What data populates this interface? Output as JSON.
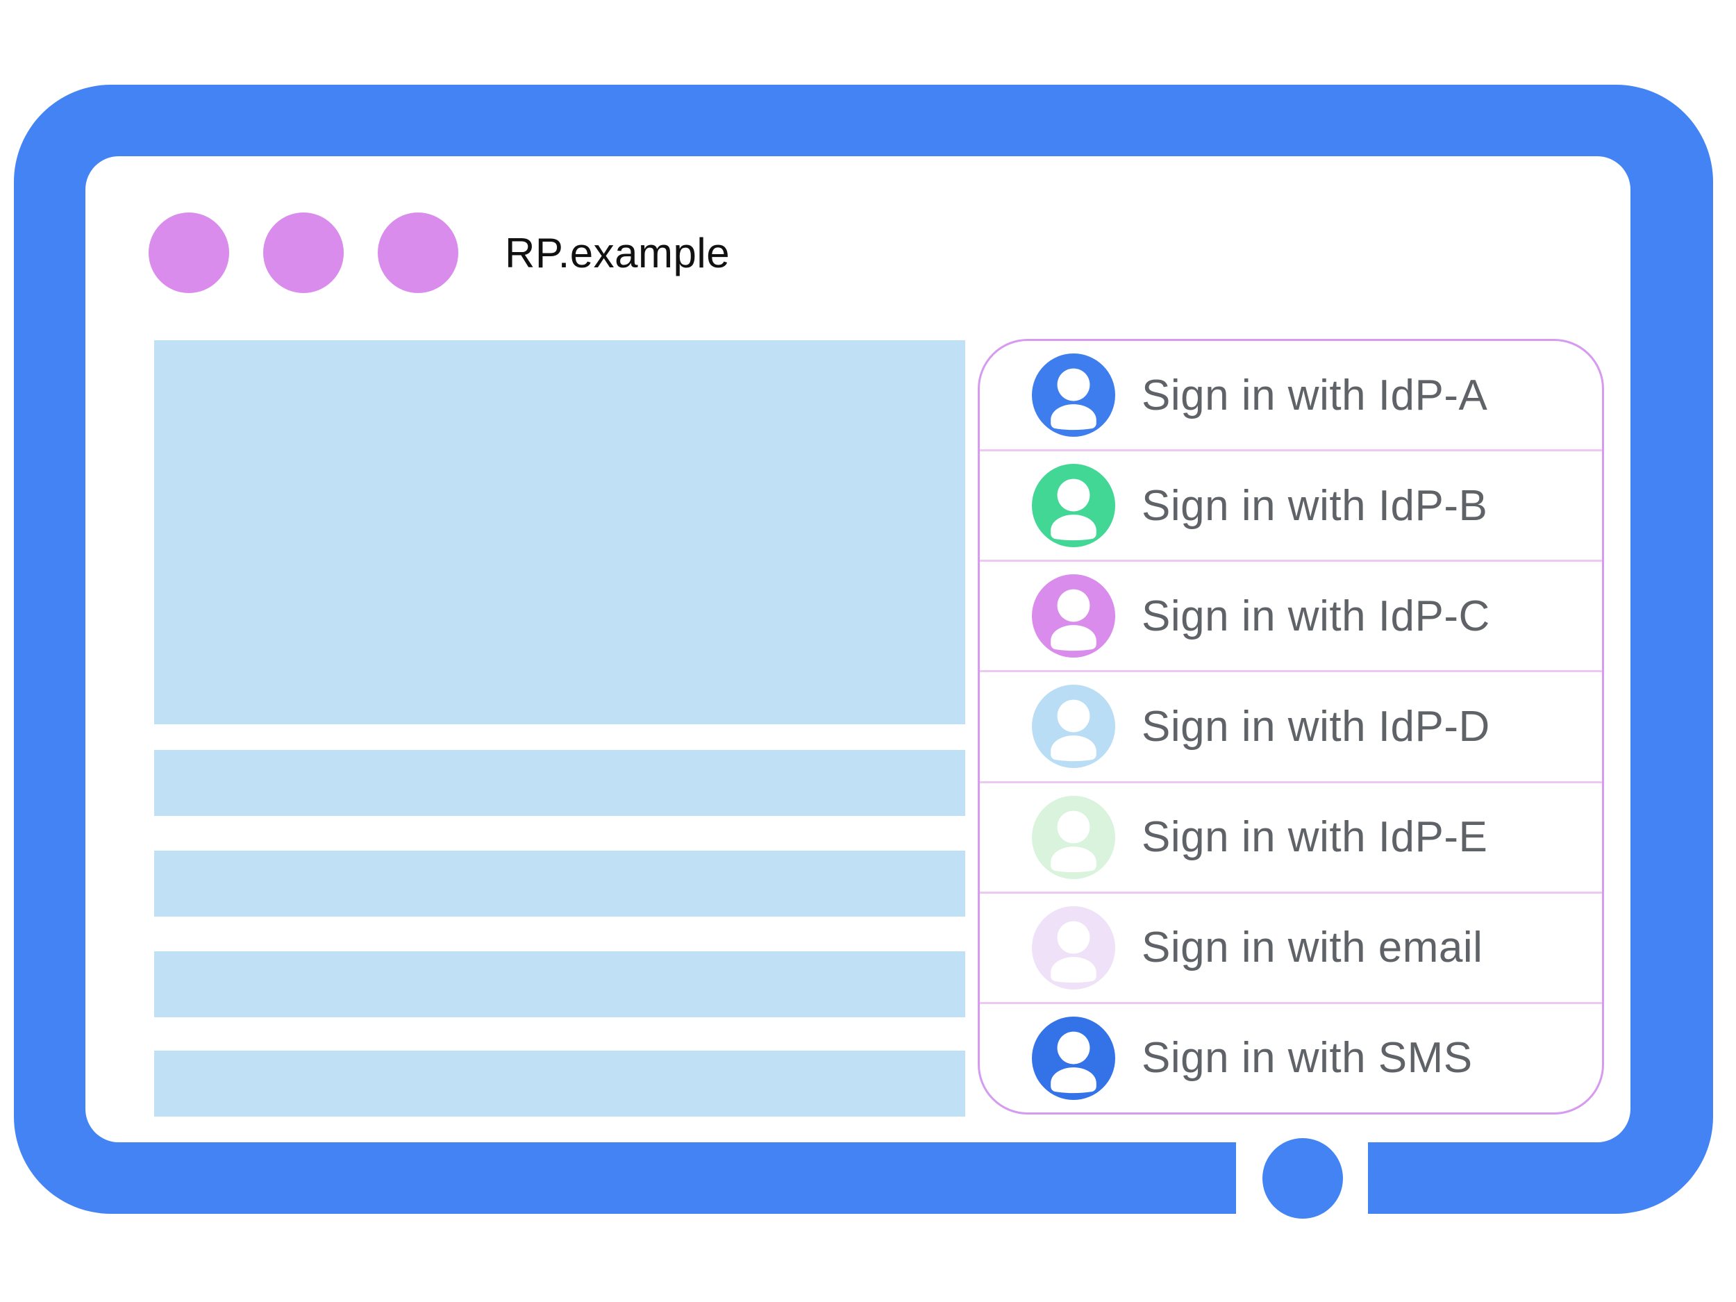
{
  "colors": {
    "frame-blue": "#4383F4",
    "dot-purple": "#D98CEB",
    "placeholder-blue": "#BFE0F5",
    "dialog-border": "#D69AF0",
    "divider": "#ECC8F2",
    "label-gray": "#5F6368",
    "title-black": "#111111"
  },
  "browser": {
    "title": "RP.example"
  },
  "dialog": {
    "options": [
      {
        "label": "Sign in with IdP-A",
        "avatar_color": "#3E7DEE"
      },
      {
        "label": "Sign in with IdP-B",
        "avatar_color": "#42D795"
      },
      {
        "label": "Sign in with IdP-C",
        "avatar_color": "#D98CEB"
      },
      {
        "label": "Sign in with IdP-D",
        "avatar_color": "#B9DDF4"
      },
      {
        "label": "Sign in with IdP-E",
        "avatar_color": "#D9F3DC"
      },
      {
        "label": "Sign in with email",
        "avatar_color": "#EFE2F8"
      },
      {
        "label": "Sign in with SMS",
        "avatar_color": "#3472E8"
      }
    ]
  }
}
